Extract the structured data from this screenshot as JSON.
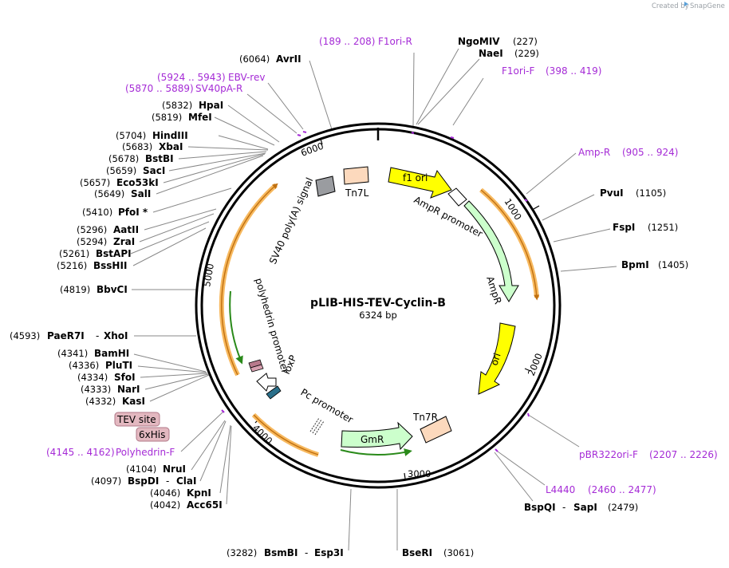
{
  "credit": {
    "prefix": "Created by",
    "brand": "SnapGene"
  },
  "plasmid": {
    "name": "pLIB-HIS-TEV-Cyclin-B",
    "size": "6324 bp"
  },
  "scale_ticks": [
    "1000",
    "2000",
    "3000",
    "4000",
    "5000",
    "6000"
  ],
  "features": {
    "f1_ori": "f1 ori",
    "ampr_promoter": "AmpR promoter",
    "ampr": "AmpR",
    "ori": "ori",
    "tn7r": "Tn7R",
    "gmr": "GmR",
    "pc_promoter": "Pc promoter",
    "loxp": "loxP",
    "polyhedrin_promoter": "polyhedrin promoter",
    "sv40": "SV40 poly(A) signal",
    "tn7l": "Tn7L",
    "tev_site": "TEV site",
    "his6": "6xHis"
  },
  "primers": [
    {
      "range": "(189 .. 208)",
      "name": "F1ori-R"
    },
    {
      "range": "(398 .. 419)",
      "name": "F1ori-F"
    },
    {
      "range": "(905 .. 924)",
      "name": "Amp-R"
    },
    {
      "range": "(2207 .. 2226)",
      "name": "pBR322ori-F"
    },
    {
      "range": "(2460 .. 2477)",
      "name": "L4440"
    },
    {
      "range": "(4145 .. 4162)",
      "name": "Polyhedrin-F"
    },
    {
      "range": "(5924 .. 5943)",
      "name": "EBV-rev"
    },
    {
      "range": "(5870 .. 5889)",
      "name": "SV40pA-R"
    }
  ],
  "sites": [
    {
      "pos": "(227)",
      "name": "NgoMIV"
    },
    {
      "pos": "(229)",
      "name": "NaeI"
    },
    {
      "pos": "(1105)",
      "name": "PvuI"
    },
    {
      "pos": "(1251)",
      "name": "FspI"
    },
    {
      "pos": "(1405)",
      "name": "BpmI"
    },
    {
      "pos": "(2479)",
      "name": "BspQI",
      "alt": "SapI"
    },
    {
      "pos": "(3061)",
      "name": "BseRI"
    },
    {
      "pos": "(3282)",
      "name": "BsmBI",
      "alt": "Esp3I"
    },
    {
      "pos": "(4042)",
      "name": "Acc65I"
    },
    {
      "pos": "(4046)",
      "name": "KpnI"
    },
    {
      "pos": "(4097)",
      "name": "BspDI",
      "alt": "ClaI"
    },
    {
      "pos": "(4104)",
      "name": "NruI"
    },
    {
      "pos": "(4332)",
      "name": "KasI"
    },
    {
      "pos": "(4333)",
      "name": "NarI"
    },
    {
      "pos": "(4334)",
      "name": "SfoI"
    },
    {
      "pos": "(4336)",
      "name": "PluTI"
    },
    {
      "pos": "(4341)",
      "name": "BamHI"
    },
    {
      "pos": "(4593)",
      "name": "PaeR7I",
      "alt": "XhoI"
    },
    {
      "pos": "(4819)",
      "name": "BbvCI"
    },
    {
      "pos": "(5216)",
      "name": "BssHII"
    },
    {
      "pos": "(5261)",
      "name": "BstAPI"
    },
    {
      "pos": "(5294)",
      "name": "ZraI"
    },
    {
      "pos": "(5296)",
      "name": "AatII"
    },
    {
      "pos": "(5410)",
      "name": "PfoI *"
    },
    {
      "pos": "(5649)",
      "name": "SalI"
    },
    {
      "pos": "(5657)",
      "name": "Eco53kI"
    },
    {
      "pos": "(5659)",
      "name": "SacI"
    },
    {
      "pos": "(5678)",
      "name": "BstBI"
    },
    {
      "pos": "(5683)",
      "name": "XbaI"
    },
    {
      "pos": "(5704)",
      "name": "HindIII"
    },
    {
      "pos": "(5819)",
      "name": "MfeI"
    },
    {
      "pos": "(5832)",
      "name": "HpaI"
    },
    {
      "pos": "(6064)",
      "name": "AvrII"
    }
  ],
  "colors": {
    "backbone": "#000000",
    "primer": "#a52bd6",
    "f1_ori": "#ffff00",
    "ampr": "#ccffcc",
    "ori": "#ffff00",
    "tn7": "#fcd9bd",
    "gmr": "#ccffcc",
    "orf_orange": "#f7b95f",
    "sv40": "#9a9a9a",
    "tev_his": "#e3b8c0"
  }
}
